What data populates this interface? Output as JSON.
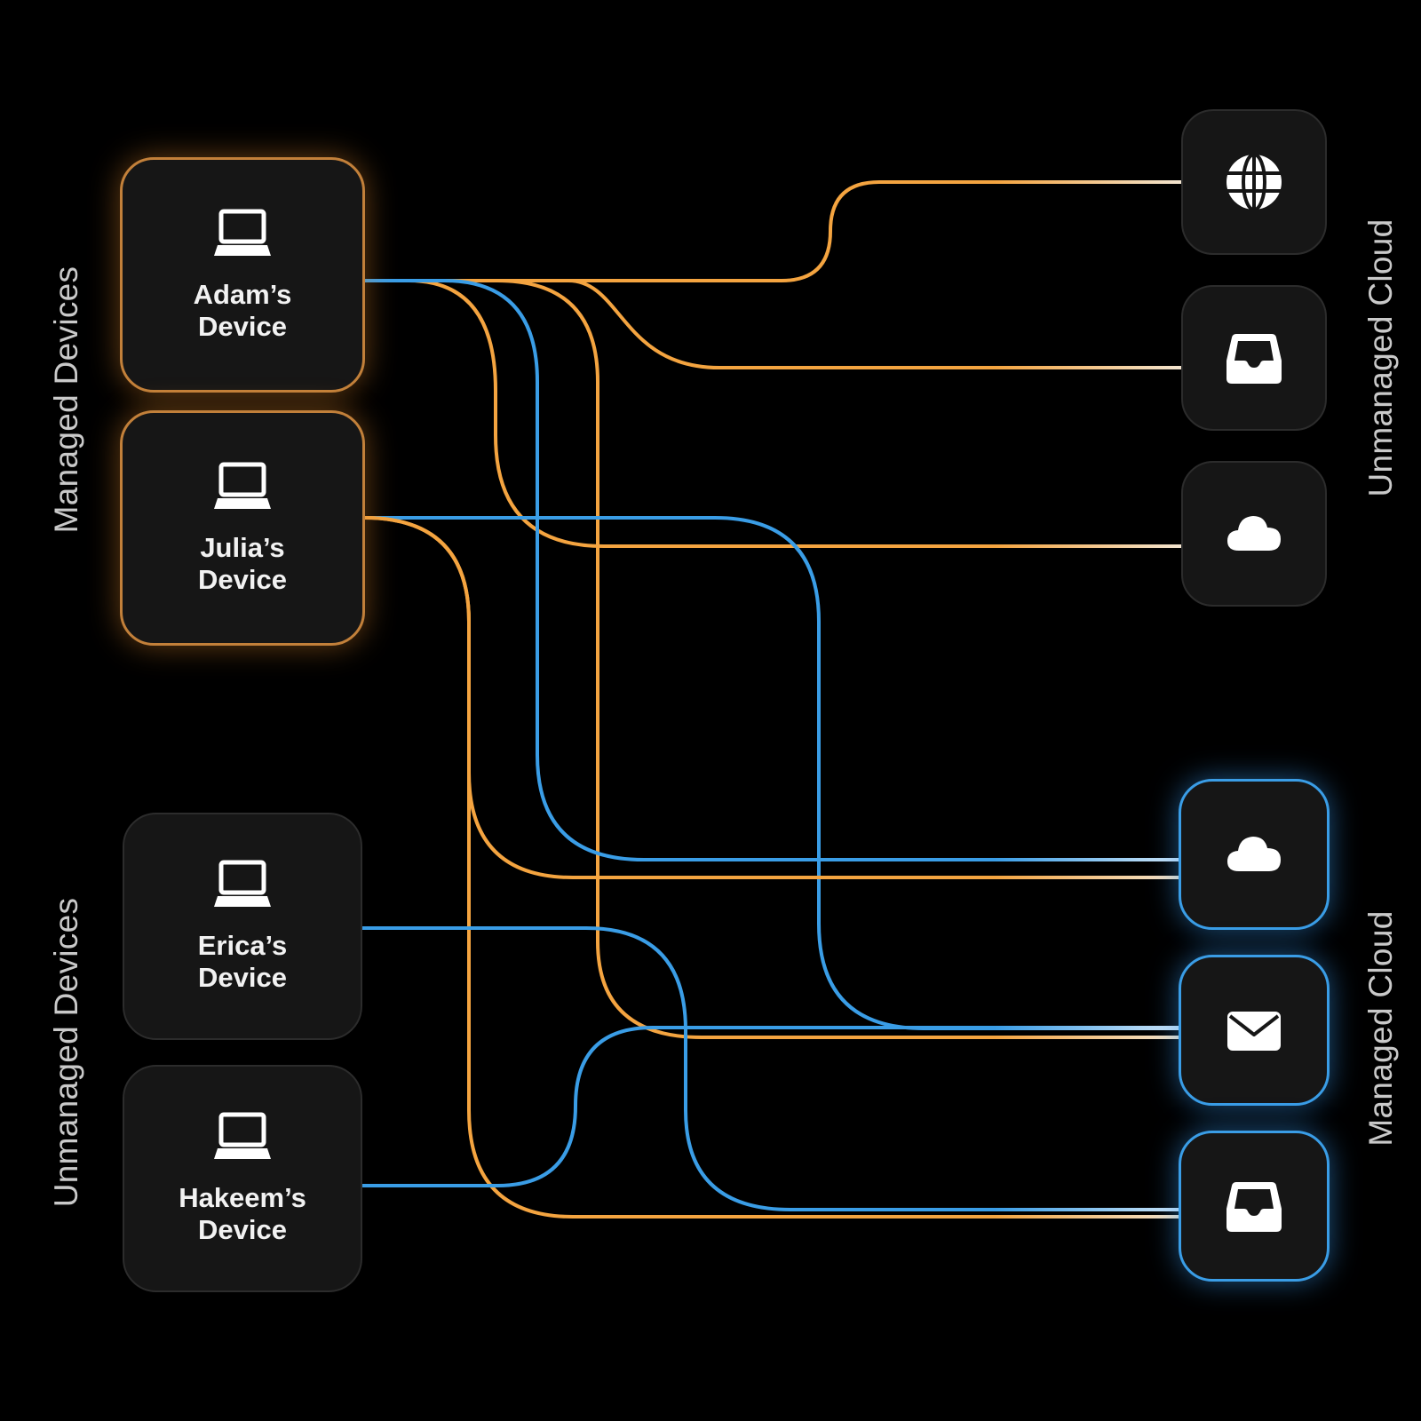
{
  "labels": {
    "managed_devices": "Managed Devices",
    "unmanaged_devices": "Unmanaged Devices",
    "unmanaged_cloud": "Unmanaged Cloud",
    "managed_cloud": "Managed Cloud"
  },
  "devices": [
    {
      "line1": "Adam’s",
      "line2": "Device",
      "icon": "laptop-icon",
      "managed": true
    },
    {
      "line1": "Julia’s",
      "line2": "Device",
      "icon": "laptop-icon",
      "managed": true
    },
    {
      "line1": "Erica’s",
      "line2": "Device",
      "icon": "laptop-icon",
      "managed": false
    },
    {
      "line1": "Hakeem’s",
      "line2": "Device",
      "icon": "laptop-icon",
      "managed": false
    }
  ],
  "unmanaged_cloud_services": [
    {
      "icon": "globe-icon"
    },
    {
      "icon": "inbox-icon"
    },
    {
      "icon": "cloud-icon"
    }
  ],
  "managed_cloud_services": [
    {
      "icon": "cloud-icon"
    },
    {
      "icon": "mail-icon"
    },
    {
      "icon": "inbox-icon"
    }
  ],
  "colors": {
    "background": "#000000",
    "managed_connection": "#f4a440",
    "unmanaged_connection": "#3a9de6",
    "card": "#161616"
  }
}
